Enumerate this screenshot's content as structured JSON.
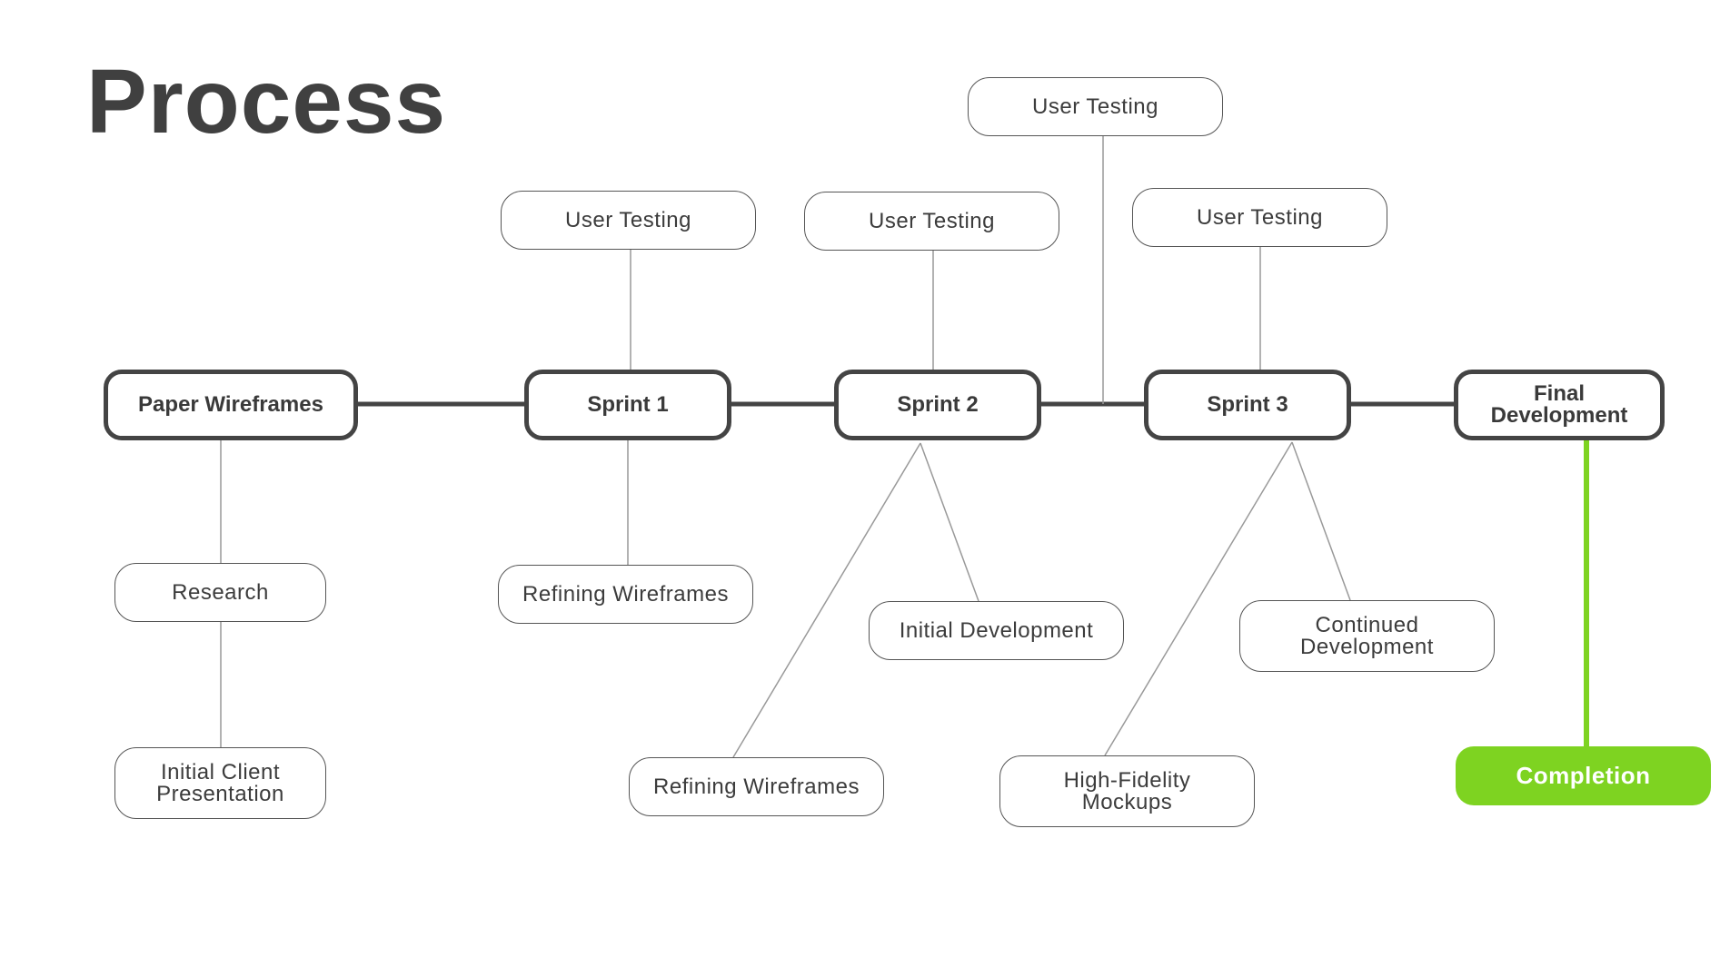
{
  "title": "Process",
  "accent_color": "#7ed321",
  "line_color": "#444444",
  "main_steps": [
    "Paper Wireframes",
    "Sprint 1",
    "Sprint 2",
    "Sprint 3",
    "Final\nDevelopment"
  ],
  "top_nodes": {
    "sprint1": "User Testing",
    "sprint2": "User Testing",
    "between_2_3": "User Testing",
    "sprint3": "User Testing"
  },
  "bottom_nodes": {
    "research": "Research",
    "client_presentation": "Initial Client\nPresentation",
    "refining_wireframes_1": "Refining Wireframes",
    "initial_development": "Initial Development",
    "refining_wireframes_2": "Refining Wireframes",
    "continued_development": "Continued\nDevelopment",
    "high_fidelity_mockups": "High-Fidelity\nMockups"
  },
  "completion": "Completion"
}
